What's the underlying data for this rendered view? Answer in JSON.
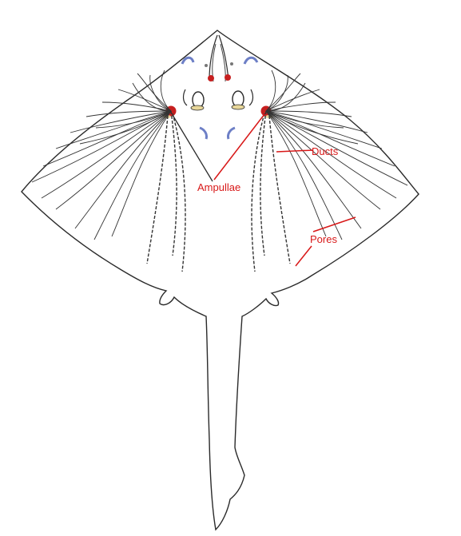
{
  "labels": {
    "ampullae": "Ampullae",
    "ducts": "Ducts",
    "pores": "Pores"
  },
  "colors": {
    "outline": "#2a2a2a",
    "label": "#d81818",
    "ampulla": "#c61f1f",
    "pore_cluster": "#6d7fc6",
    "eye_fill": "#e8d79a"
  }
}
